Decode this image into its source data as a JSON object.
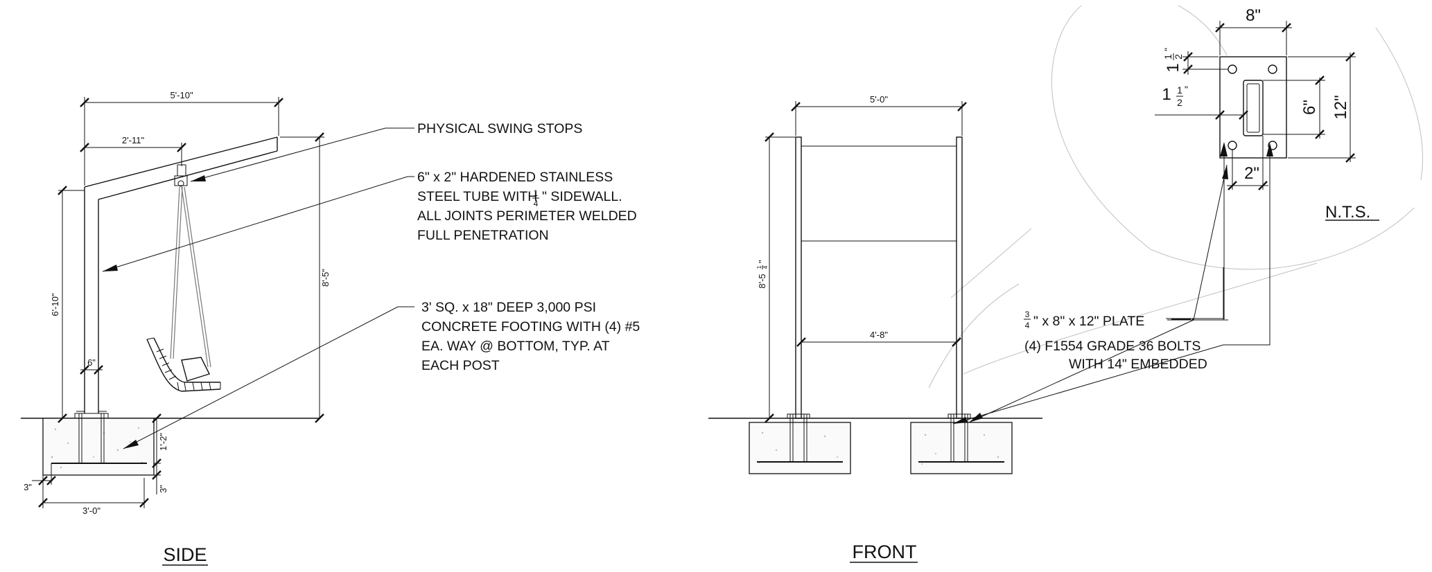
{
  "side": {
    "title": "SIDE",
    "dims": {
      "beam_length": "5'-10\"",
      "hang_point": "2'-11\"",
      "post_height": "6'-10\"",
      "overall_height": "8'-5\"",
      "post_width": "6\"",
      "footing_depth": "1'-2\"",
      "footing_width": "3'-0\"",
      "edge_left": "3\"",
      "edge_bottom": "3\""
    },
    "notes": {
      "swing_stops": "PHYSICAL SWING STOPS",
      "tube_a": "6\" x 2\" HARDENED STAINLESS",
      "tube_b_pre": "STEEL TUBE WITH",
      "tube_b_num": "1",
      "tube_b_den": "4",
      "tube_b_post": "\" SIDEWALL.",
      "tube_c": "ALL JOINTS PERIMETER WELDED",
      "tube_d": "FULL PENETRATION",
      "footing_a": "3' SQ. x 18\" DEEP 3,000 PSI",
      "footing_b": "CONCRETE FOOTING WITH (4) #5",
      "footing_c": "EA. WAY @ BOTTOM, TYP. AT",
      "footing_d": "EACH POST"
    }
  },
  "front": {
    "title": "FRONT",
    "dims": {
      "top_width": "5'-0\"",
      "inner_width": "4'-8\"",
      "height_whole": "8'-5",
      "height_num": "1",
      "height_den": "4",
      "height_tail": "\""
    },
    "notes": {
      "plate_num": "3",
      "plate_den": "4",
      "plate": "\" x 8\" x 12\" PLATE",
      "bolts_a": "(4) F1554 GRADE 36 BOLTS",
      "bolts_b": "WITH 14\" EMBEDDED"
    }
  },
  "plate_detail": {
    "width": "8\"",
    "height": "12\"",
    "slot_height": "6\"",
    "bolt_spacing": "2\"",
    "edge_whole": "1",
    "edge_num": "1",
    "edge_den": "2",
    "edge_quote": "\"",
    "side_whole": "1",
    "side_num": "1",
    "side_den": "2",
    "side_quote": "\"",
    "scale": "N.T.S."
  }
}
